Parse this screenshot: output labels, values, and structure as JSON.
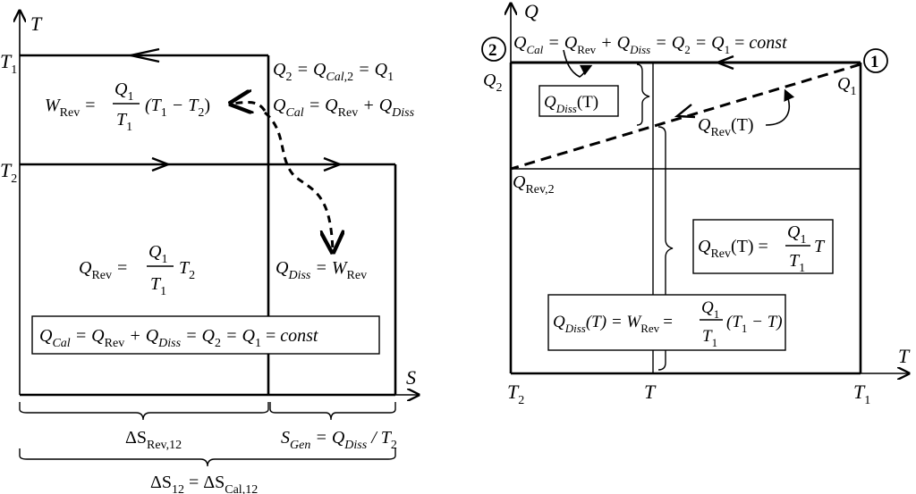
{
  "colors": {
    "ink": "#000000",
    "background": "#ffffff"
  },
  "left_diagram": {
    "axis_y_label": "T",
    "axis_x_label": "S",
    "tick_T1": "T",
    "tick_T1_sub": "1",
    "tick_T2": "T",
    "tick_T2_sub": "2",
    "eq_Q2_main": "Q",
    "eq_Q2_sub": "2",
    "eq_Q2_rest1": " = Q",
    "eq_Q2_sub2": "Cal",
    "eq_Q2_sub2b": ",2",
    "eq_Q2_rest2": " = Q",
    "eq_Q2_sub3": "1",
    "eq_Qcal_Q": "Q",
    "eq_Qcal_sub": "Cal",
    "eq_Qcal_rest1": " = Q",
    "eq_Qcal_sub2": "Rev",
    "eq_Qcal_rest2": " + Q",
    "eq_Qcal_sub3": "Diss",
    "eq_Wrev_W": "W",
    "eq_Wrev_sub": "Rev",
    "eq_Wrev_eq": "=",
    "eq_Wrev_num": "Q",
    "eq_Wrev_num_sub": "1",
    "eq_Wrev_den": "T",
    "eq_Wrev_den_sub": "1",
    "eq_Wrev_tail": "(T",
    "eq_Wrev_tail_sub1": "1",
    "eq_Wrev_tail_mid": " − T",
    "eq_Wrev_tail_sub2": "2",
    "eq_Wrev_tail_end": ")",
    "eq_Qrev_Q": "Q",
    "eq_Qrev_sub": "Rev",
    "eq_Qrev_eq": "=",
    "eq_Qrev_num": "Q",
    "eq_Qrev_num_sub": "1",
    "eq_Qrev_den": "T",
    "eq_Qrev_den_sub": "1",
    "eq_Qrev_tail": "T",
    "eq_Qrev_tail_sub": "2",
    "eq_Qdiss_Q": "Q",
    "eq_Qdiss_sub": "Diss",
    "eq_Qdiss_rest": " = W",
    "eq_Qdiss_sub2": "Rev",
    "box_Q": "Q",
    "box_sub1": "Cal",
    "box_r1": " = Q",
    "box_sub2": "Rev",
    "box_r2": " + Q",
    "box_sub3": "Diss",
    "box_r3": " = Q",
    "box_sub4": "2",
    "box_r4": " = Q",
    "box_sub5": "1",
    "box_r5": " = ",
    "box_const": "const",
    "brace1_delta": "ΔS",
    "brace1_sub": "Rev,12",
    "brace2_S": "S",
    "brace2_sub": "Gen",
    "brace2_r1": " = Q",
    "brace2_sub2": "Diss",
    "brace2_r2": " / T",
    "brace2_sub3": "2",
    "brace3_delta": "ΔS",
    "brace3_sub": "12",
    "brace3_r1": " = ΔS",
    "brace3_sub2": "Cal,12"
  },
  "right_diagram": {
    "axis_y_label": "Q",
    "axis_x_label": "T",
    "point1": "1",
    "point2": "2",
    "top_Q": "Q",
    "top_sub1": "Cal",
    "top_r1": " = Q",
    "top_sub2": "Rev",
    "top_r2": " + Q",
    "top_sub3": "Diss",
    "top_r3": " = Q",
    "top_sub4": "2",
    "top_r4": " = Q",
    "top_sub5": "1",
    "top_r5": " = ",
    "top_const": "const",
    "lbl_Q2": "Q",
    "lbl_Q2_sub": "2",
    "lbl_Q1": "Q",
    "lbl_Q1_sub": "1",
    "lbl_Qrev2": "Q",
    "lbl_Qrev2_sub": "Rev,2",
    "box_Qdiss_Q": "Q",
    "box_Qdiss_sub": "Diss",
    "box_Qdiss_arg": "(T)",
    "lbl_QrevT_Q": "Q",
    "lbl_QrevT_sub": "Rev",
    "lbl_QrevT_arg": "(T)",
    "box2_Q": "Q",
    "box2_sub": "Rev",
    "box2_arg": "(T) =",
    "box2_num": "Q",
    "box2_num_sub": "1",
    "box2_den": "T",
    "box2_den_sub": "1",
    "box2_tail": "T",
    "box3_Q": "Q",
    "box3_sub": "Diss",
    "box3_arg": "(T) = W",
    "box3_sub2": "Rev",
    "box3_eq": "=",
    "box3_num": "Q",
    "box3_num_sub": "1",
    "box3_den": "T",
    "box3_den_sub": "1",
    "box3_tail": "(T",
    "box3_tail_sub": "1",
    "box3_tail_end": " − T)",
    "tick_T2": "T",
    "tick_T2_sub": "2",
    "tick_T": "T",
    "tick_T1": "T",
    "tick_T1_sub": "1"
  }
}
